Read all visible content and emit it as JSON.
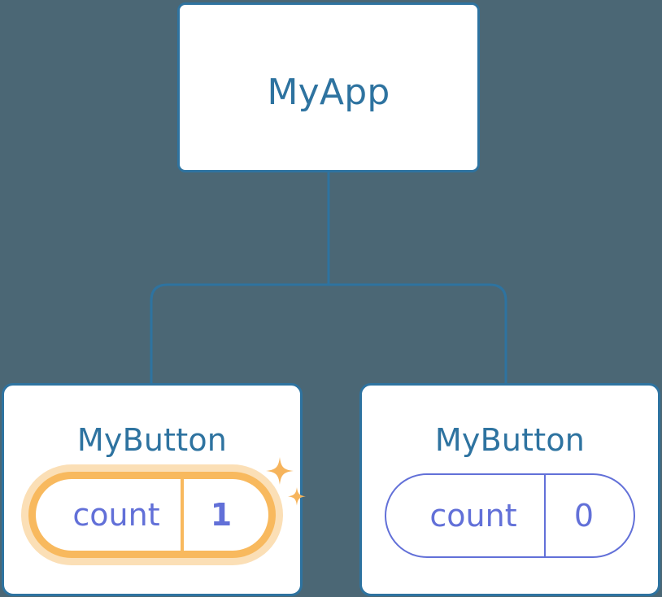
{
  "diagram": {
    "title": "MyApp",
    "type": "component-tree",
    "background_color": "#4b6775",
    "connector_color": "#2e73a0"
  },
  "colors": {
    "card_background": "#ffffff",
    "card_border": "#2e73a0",
    "title_text": "#2e73a0",
    "state_text": "#6270d8",
    "state_border": "#6270d8",
    "highlight_ring": "#f8b95e",
    "highlight_halo": "#fbdfb6",
    "sparkle": "#f6b45c"
  },
  "nodes": {
    "root": {
      "label": "MyApp"
    },
    "children": [
      {
        "label": "MyButton",
        "state": {
          "key": "count",
          "value": "1"
        },
        "highlighted": true,
        "sparkle_icons": [
          "sparkle-large-icon",
          "sparkle-small-icon"
        ]
      },
      {
        "label": "MyButton",
        "state": {
          "key": "count",
          "value": "0"
        },
        "highlighted": false,
        "sparkle_icons": []
      }
    ]
  }
}
